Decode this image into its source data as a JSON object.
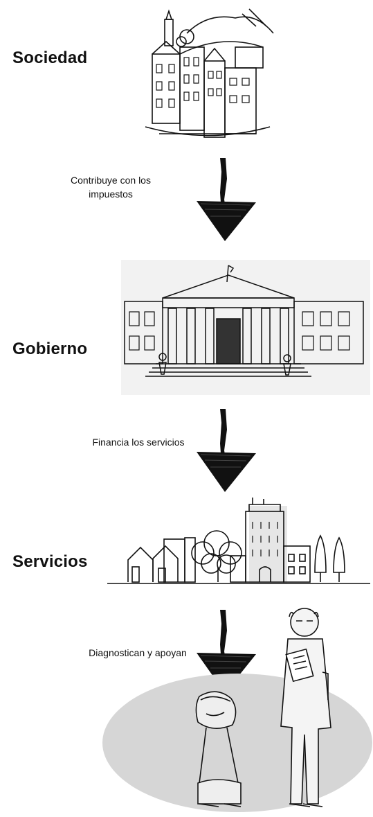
{
  "stages": [
    {
      "heading": "Sociedad",
      "icon": "city-sketch-icon"
    },
    {
      "heading": "Gobierno",
      "icon": "parliament-building-icon"
    },
    {
      "heading": "Servicios",
      "icon": "city-skyline-icon"
    },
    {
      "heading": "",
      "icon": "doctor-and-child-icon"
    }
  ],
  "arrows": [
    {
      "label": "Contribuye con los impuestos"
    },
    {
      "label": "Financia los servicios"
    },
    {
      "label": "Diagnostican y apoyan"
    }
  ],
  "colors": {
    "ink": "#111111",
    "shadow_ellipse": "#d6d6d6",
    "building_shadow": "#e6e6e6"
  }
}
